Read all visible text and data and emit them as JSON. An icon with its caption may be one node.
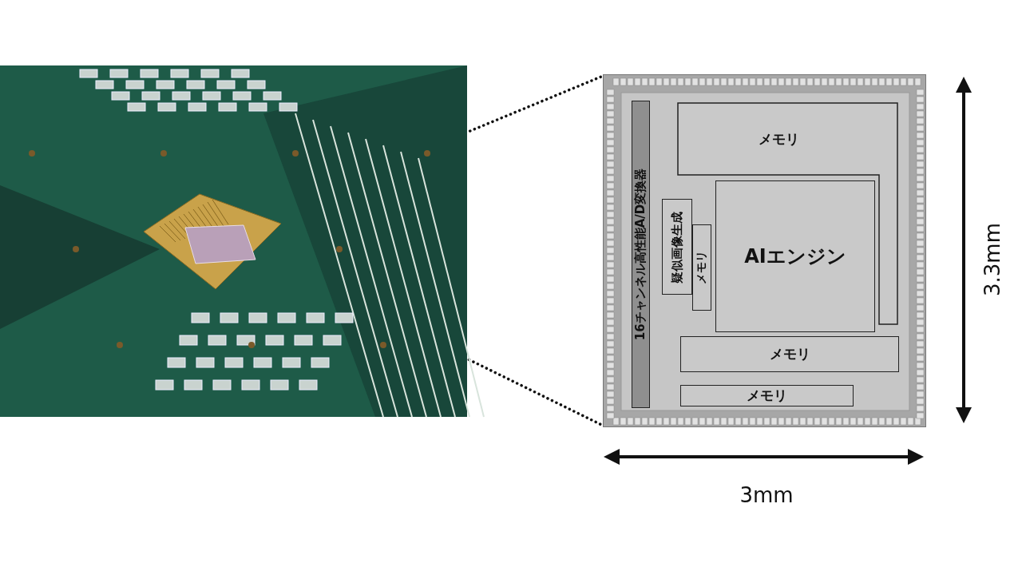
{
  "diagram": {
    "nodes": [
      {
        "text": [],
        "shape": "picture"
      },
      {
        "text": [],
        "shape": "picture",
        "in": 0
      },
      {
        "text": [],
        "shape": "box"
      },
      {
        "text": [
          "16チャンネル高性能A/D変換器"
        ],
        "in": 2
      },
      {
        "text": [
          "メモリ"
        ],
        "in": 2
      },
      {
        "text": [
          "疑似画像生成"
        ],
        "in": 2
      },
      {
        "text": [
          "メモリ"
        ],
        "in": 2
      },
      {
        "text": [
          "AIエンジン"
        ],
        "in": 2
      },
      {
        "text": [
          "メモリ"
        ],
        "in": 2
      },
      {
        "text": [
          "メモリ"
        ],
        "in": 2
      }
    ],
    "edges": [
      {
        "from": 1,
        "to": 2,
        "arrow": "none",
        "style": "dashed"
      },
      {
        "from": 1,
        "to": 2,
        "arrow": "none",
        "style": "dashed"
      }
    ],
    "labels": [
      "3.3mm",
      "3mm"
    ]
  }
}
